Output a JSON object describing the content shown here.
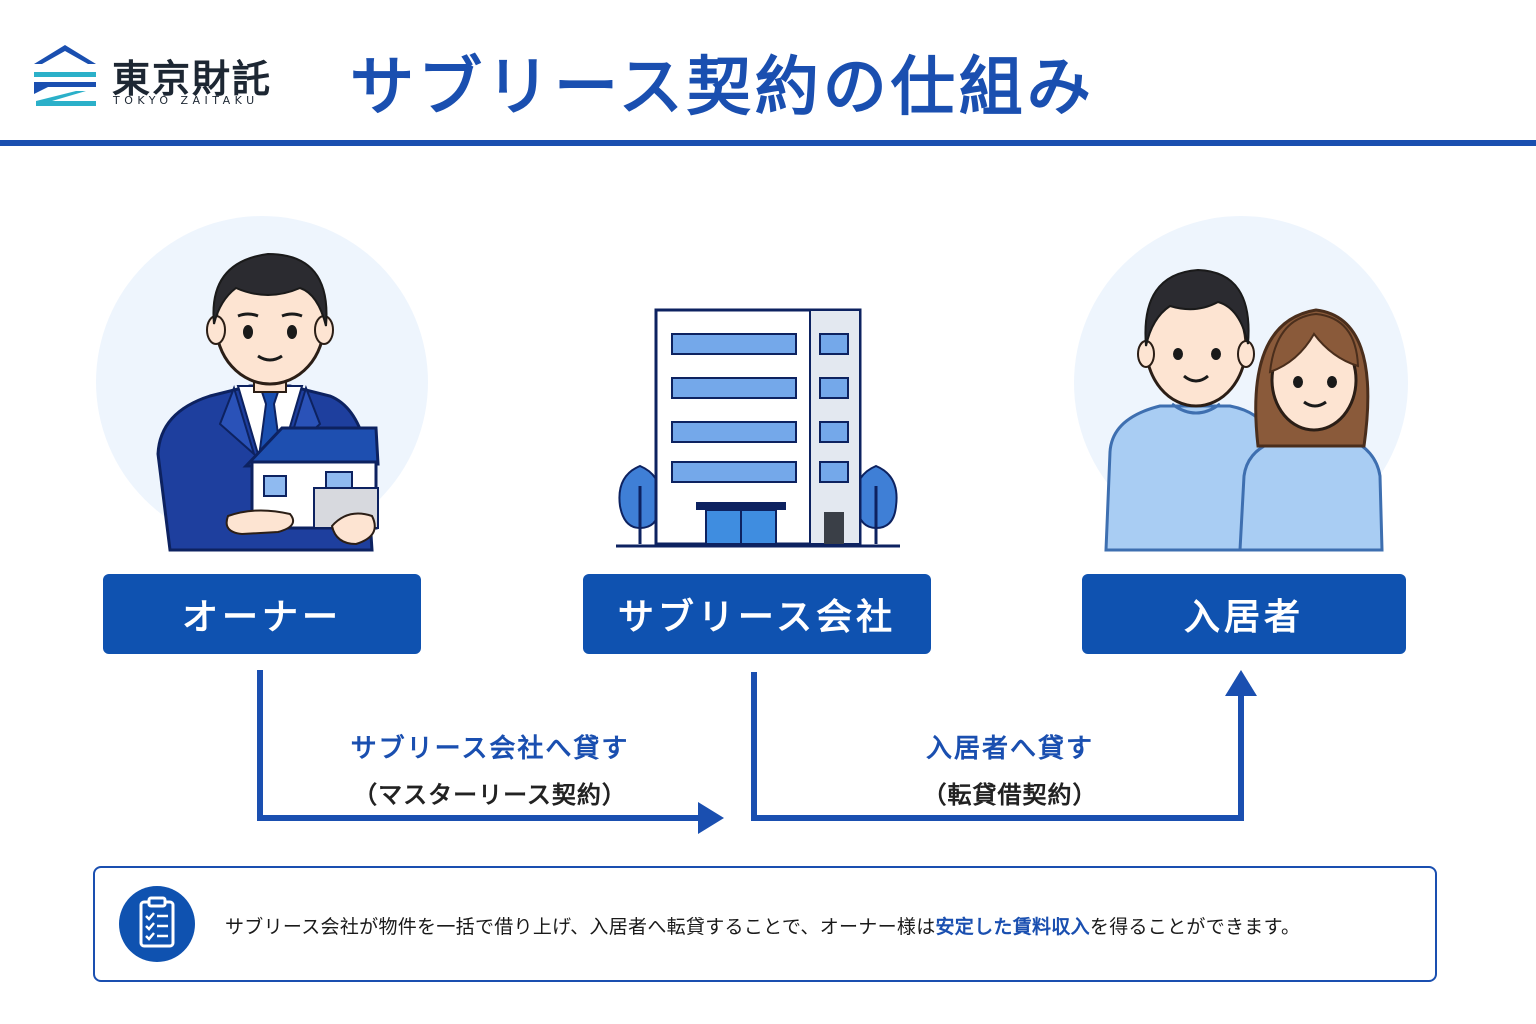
{
  "header": {
    "logo_jp": "東京財託",
    "logo_en": "TOKYO ZAITAKU",
    "title": "サブリース契約の仕組み"
  },
  "roles": {
    "owner": "オーナー",
    "company": "サブリース会社",
    "tenant": "入居者"
  },
  "flows": {
    "owner_to_company": {
      "main": "サブリース会社へ貸す",
      "sub": "（マスターリース契約）"
    },
    "company_to_tenant": {
      "main": "入居者へ貸す",
      "sub": "（転貸借契約）"
    }
  },
  "note": {
    "before": "サブリース会社が物件を一括で借り上げ、入居者へ転貸することで、オーナー様は",
    "highlight": "安定した賃料収入",
    "after": "を得ることができます。"
  },
  "colors": {
    "brand_blue": "#1a4fb0",
    "box_blue": "#0f52b0",
    "circle_bg": "#eef5fd"
  },
  "icons": {
    "logo": "tokyo-zaitaku-logo-mark",
    "owner": "businessman-holding-house",
    "company": "apartment-building",
    "tenant": "young-couple",
    "note": "clipboard-checklist-icon"
  }
}
